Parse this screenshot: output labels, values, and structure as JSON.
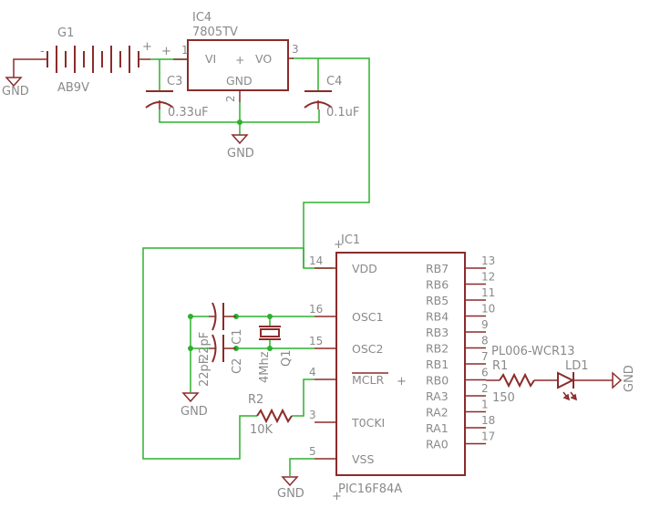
{
  "power": {
    "gnd_label": "GND"
  },
  "battery": {
    "ref": "G1",
    "value": "AB9V",
    "minus_sign": "-",
    "plus_sign": "+"
  },
  "regulator": {
    "ref": "IC4",
    "value": "7805TV",
    "pin_vi": "VI",
    "pin_vo": "VO",
    "pin_gnd": "GND",
    "pin_num_1": "1",
    "pin_num_2": "2",
    "pin_num_3": "3",
    "plus": "+"
  },
  "caps": {
    "c3_ref": "C3",
    "c3_value": "0.33uF",
    "c4_ref": "C4",
    "c4_value": "0.1uF",
    "c1_ref": "C1",
    "c1_value": "22pF",
    "c2_ref": "C2",
    "c2_value": "22pF"
  },
  "crystal": {
    "ref": "Q1",
    "value": "4Mhz"
  },
  "resistors": {
    "r2_ref": "R2",
    "r2_value": "10K",
    "r1_ref": "R1",
    "r1_value": "150"
  },
  "led": {
    "ref": "LD1",
    "value": "PL006-WCR13"
  },
  "mcu": {
    "ref": "IC1",
    "value": "PIC16F84A",
    "plus": "+",
    "left_pins": [
      {
        "num": "14",
        "name": "VDD"
      },
      {
        "num": "16",
        "name": "OSC1"
      },
      {
        "num": "15",
        "name": "OSC2"
      },
      {
        "num": "4",
        "name": "MCLR"
      },
      {
        "num": "3",
        "name": "T0CKI"
      },
      {
        "num": "5",
        "name": "VSS"
      }
    ],
    "right_pins": [
      {
        "num": "13",
        "name": "RB7"
      },
      {
        "num": "12",
        "name": "RB6"
      },
      {
        "num": "11",
        "name": "RB5"
      },
      {
        "num": "10",
        "name": "RB4"
      },
      {
        "num": "9",
        "name": "RB3"
      },
      {
        "num": "8",
        "name": "RB2"
      },
      {
        "num": "7",
        "name": "RB1"
      },
      {
        "num": "6",
        "name": "RB0"
      },
      {
        "num": "2",
        "name": "RA3"
      },
      {
        "num": "1",
        "name": "RA2"
      },
      {
        "num": "18",
        "name": "RA1"
      },
      {
        "num": "17",
        "name": "RA0"
      }
    ]
  }
}
